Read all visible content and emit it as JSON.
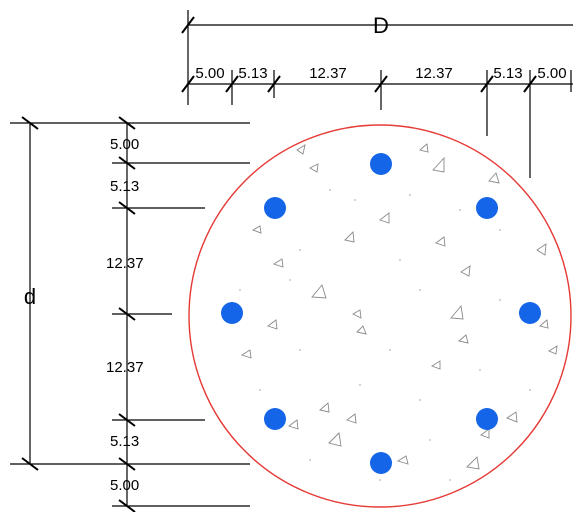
{
  "labels": {
    "overall_diameter": "D",
    "depth": "d"
  },
  "top_dimensions": [
    "5.00",
    "5.13",
    "12.37",
    "12.37",
    "5.13",
    "5.00"
  ],
  "left_dimensions": [
    "5.00",
    "5.13",
    "12.37",
    "12.37",
    "5.13",
    "5.00"
  ],
  "colors": {
    "outline": "#e53935",
    "rebar": "#1565e8",
    "dimension_lines": "#000000",
    "aggregate": "#8a8a8a"
  },
  "rebar_count": 8
}
